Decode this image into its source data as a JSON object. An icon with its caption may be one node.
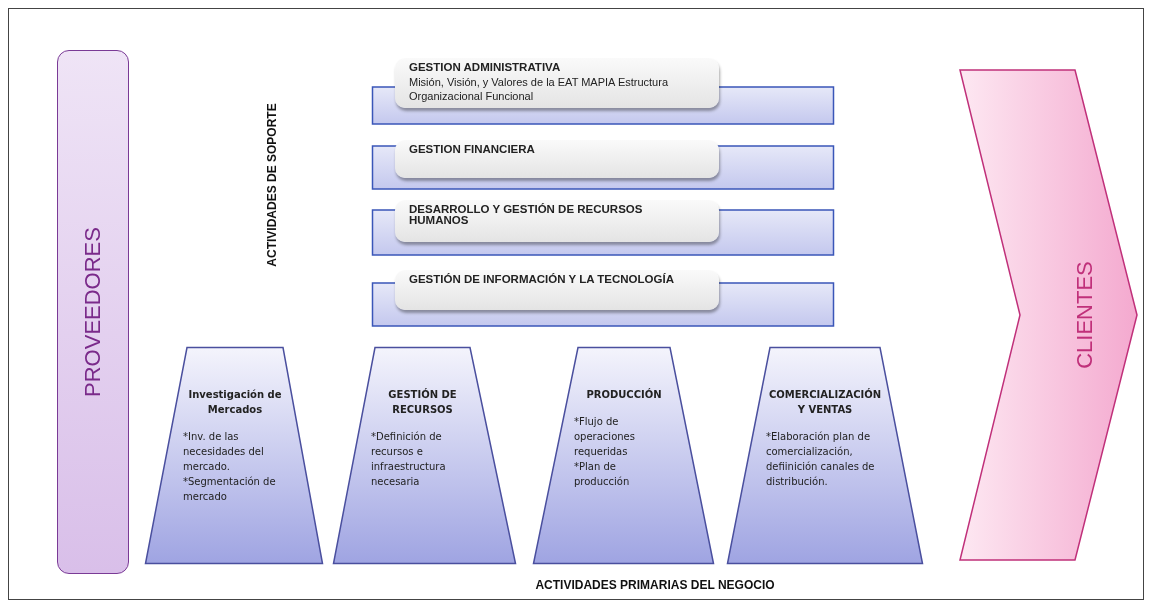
{
  "diagram": {
    "nodes": [
      {
        "text": [
          "PROVEEDORES"
        ]
      },
      {
        "text": [
          "CLIENTES"
        ]
      },
      {
        "text": [
          "GESTION ADMINISTRATIVA",
          "Misión, Visión, y Valores de la EAT MAPIA Estructura Organizacional Funcional"
        ]
      },
      {
        "text": [
          "GESTION FINANCIERA"
        ]
      },
      {
        "text": [
          "DESARROLLO Y GESTIÓN DE RECURSOS HUMANOS"
        ]
      },
      {
        "text": [
          "GESTIÓN DE INFORMACIÓN Y LA TECNOLOGÍA"
        ]
      },
      {
        "text": [
          "Investigación de Mercados",
          "*Inv. de las necesidades del mercado.",
          "*Segmentación de mercado"
        ]
      },
      {
        "text": [
          "GESTIÓN DE RECURSOS",
          "*Definición de recursos e infraestructura necesaria"
        ]
      },
      {
        "text": [
          "PRODUCCIÓN",
          "*Flujo de operaciones requeridas",
          "*Plan de producción"
        ]
      },
      {
        "text": [
          "COMERCIALIZACIÓN Y VENTAS",
          "*Elaboración plan de comercialización, defiinición canales de distribución."
        ]
      }
    ],
    "labels": [
      "ACTIVIDADES DE SOPORTE",
      "ACTIVIDADES PRIMARIAS DEL NEGOCIO"
    ]
  }
}
